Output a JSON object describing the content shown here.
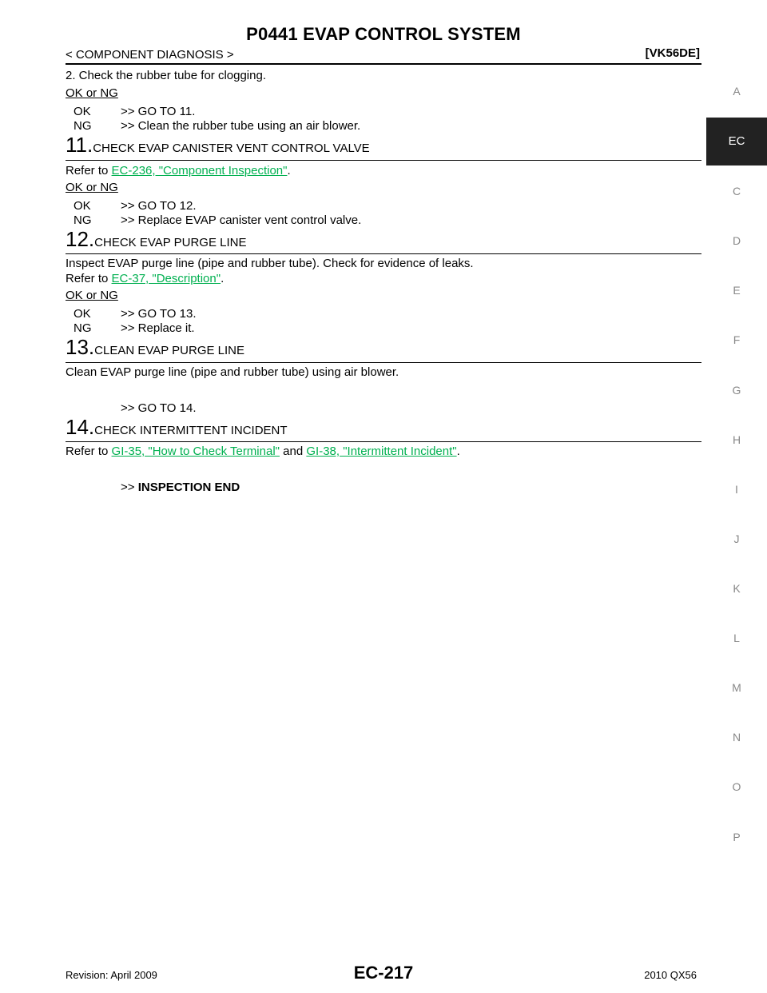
{
  "header": {
    "title": "P0441 EVAP CONTROL SYSTEM",
    "section": "< COMPONENT DIAGNOSIS >",
    "model": "[VK56DE]"
  },
  "side_index": [
    "A",
    "EC",
    "C",
    "D",
    "E",
    "F",
    "G",
    "H",
    "I",
    "J",
    "K",
    "L",
    "M",
    "N",
    "O",
    "P"
  ],
  "content": {
    "intro_line": "2.    Check the rubber tube for clogging.",
    "okng_label": "OK or NG",
    "block10": {
      "ok": "OK",
      "ok_action": ">> GO TO 11.",
      "ng": "NG",
      "ng_action": ">> Clean the rubber tube using an air blower."
    },
    "step11": {
      "number": "11.",
      "title": "CHECK EVAP CANISTER VENT CONTROL VALVE",
      "refer_prefix": "Refer to ",
      "link": "EC-236, \"Component Inspection\"",
      "refer_suffix": ".",
      "ok": "OK",
      "ok_action": ">> GO TO 12.",
      "ng": "NG",
      "ng_action": ">> Replace EVAP canister vent control valve."
    },
    "step12": {
      "number": "12.",
      "title": "CHECK EVAP PURGE LINE",
      "body": "Inspect EVAP purge line (pipe and rubber tube). Check for evidence of leaks.",
      "refer_prefix": "Refer to ",
      "link": "EC-37, \"Description\"",
      "refer_suffix": ".",
      "ok": "OK",
      "ok_action": ">> GO TO 13.",
      "ng": "NG",
      "ng_action": ">> Replace it."
    },
    "step13": {
      "number": "13.",
      "title": "CLEAN EVAP PURGE LINE",
      "body": "Clean EVAP purge line (pipe and rubber tube) using air blower.",
      "action": ">> GO TO 14."
    },
    "step14": {
      "number": "14.",
      "title": "CHECK INTERMITTENT INCIDENT",
      "refer_prefix": "Refer to ",
      "link1": "GI-35, \"How to Check Terminal\"",
      "middle": " and ",
      "link2": "GI-38, \"Intermittent Incident\"",
      "refer_suffix": ".",
      "end_prefix": ">> ",
      "end_label": "INSPECTION END"
    }
  },
  "footer": {
    "revision": "Revision: April 2009",
    "page": "EC-217",
    "model_year": "2010 QX56"
  }
}
